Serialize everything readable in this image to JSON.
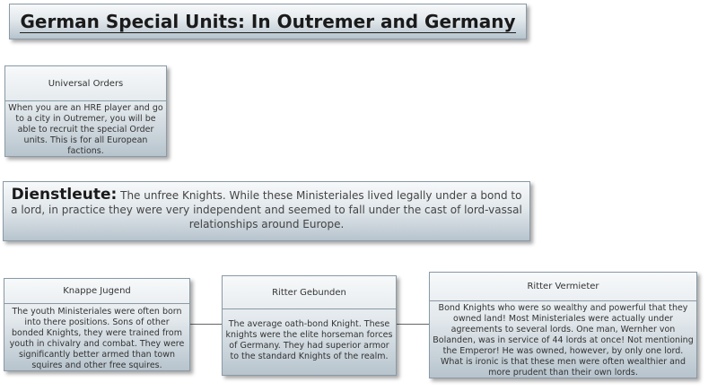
{
  "title": "German Special Units: In Outremer and Germany",
  "orders": {
    "heading": "Universal Orders",
    "body": "When you are an HRE player and go to a city in Outremer, you will be able to recruit the special Order units. This is for all European factions."
  },
  "dienstleute": {
    "term": "Dienstleute:",
    "text": "The unfree Knights. While these Ministeriales lived legally under a bond to a lord, in practice they were very independent and seemed to fall under the cast of lord-vassal relationships around Europe."
  },
  "units": [
    {
      "heading": "Knappe Jugend",
      "body": "The youth Ministeriales were often born into there positions. Sons of other bonded Knights, they were trained from youth in chivalry and combat. They were significantly better armed than town squires and other free squires."
    },
    {
      "heading": "Ritter Gebunden",
      "body": "The average oath-bond Knight. These knights were the elite horseman forces of Germany. They had superior armor to the standard Knights of the realm."
    },
    {
      "heading": "Ritter Vermieter",
      "body": "Bond Knights who were so wealthy and powerful that they owned land! Most Ministeriales were actually under agreements to several lords. One man, Wernher von Bolanden, was in service of 44 lords at once! Not mentioning the Emperor! He was owned, however, by only one lord. What is ironic is that these men were often wealthier and more prudent than their own lords."
    }
  ]
}
